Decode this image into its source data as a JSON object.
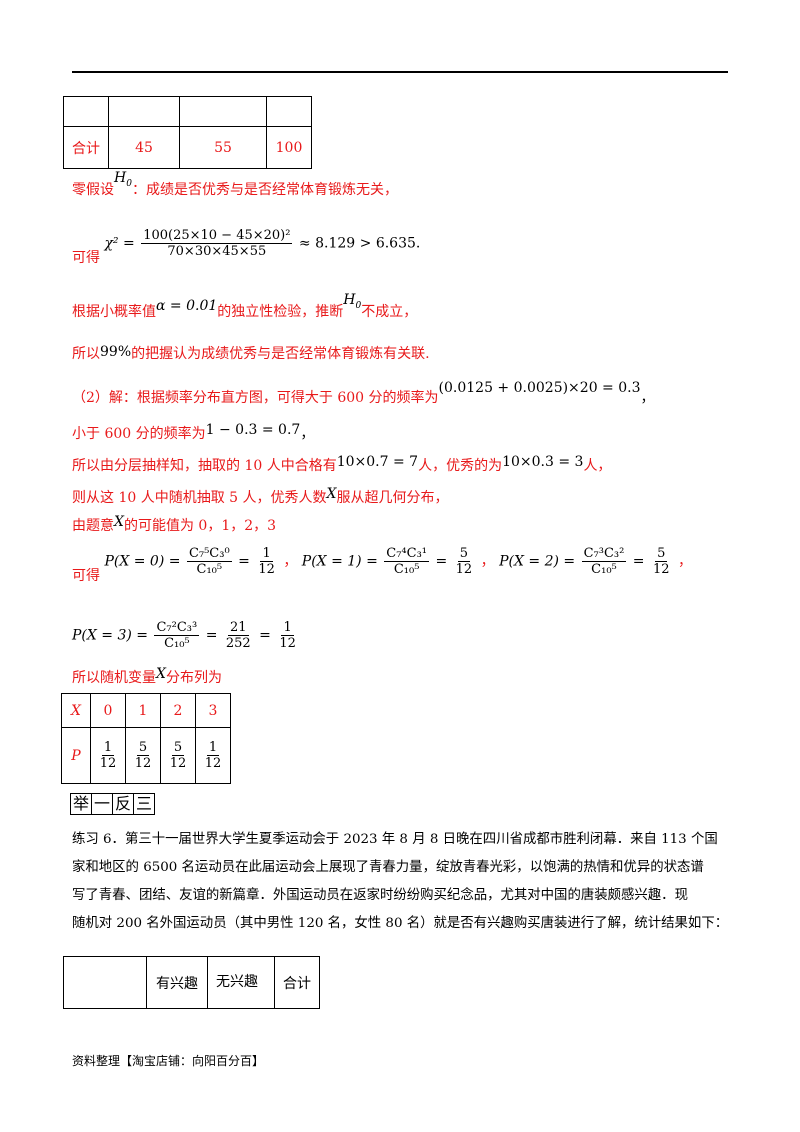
{
  "top_table": {
    "row_label": "合计",
    "values": [
      "45",
      "55",
      "100"
    ]
  },
  "lines": {
    "null_hyp_prefix": "零假设",
    "null_hyp_symbol": "H",
    "null_hyp_sub": "0",
    "null_hyp_text": "：成绩是否优秀与是否经常体育锻炼无关，",
    "chi_prefix": "可得",
    "chi_formula_lhs": "χ² =",
    "chi_num": "100(25×10 − 45×20)²",
    "chi_den": "70×30×45×55",
    "chi_result": "≈ 8.129 > 6.635",
    "alpha_prefix": "根据小概率值",
    "alpha_value": "α = 0.01",
    "alpha_mid": "的独立性检验，推断",
    "alpha_suffix": "不成立，",
    "conclusion_prefix": "所以",
    "conclusion_pct": "99%",
    "conclusion_text": "的把握认为成绩优秀与是否经常体育锻炼有关联.",
    "part2_text": "（2）解：根据频率分布直方图，可得大于 600 分的频率为",
    "part2_formula": "(0.0125 + 0.0025)×20 = 0.3",
    "part2_suffix": "，",
    "less_text": "小于 600 分的频率为",
    "less_formula": "1 − 0.3 = 0.7",
    "less_suffix": "，",
    "strat_text": "所以由分层抽样知，抽取的 10 人中合格有",
    "strat_formula1": "10×0.7 = 7",
    "strat_mid": "人，优秀的为",
    "strat_formula2": "10×0.3 = 3",
    "strat_suffix": "人，",
    "hyper_text_a": "则从这 10 人中随机抽取 5 人，优秀人数",
    "hyper_var": "X",
    "hyper_text_b": "服从超几何分布，",
    "values_text_a": "由题意",
    "values_var": "X",
    "values_text_b": "的可能值为 0，1，2，3",
    "prob_prefix": "可得",
    "p0_lhs": "P(X = 0) =",
    "p0_num": "C₇⁵C₃⁰",
    "p0_den": "C₁₀⁵",
    "p0_res_num": "1",
    "p0_res_den": "12",
    "p1_lhs": "P(X = 1) =",
    "p1_num": "C₇⁴C₃¹",
    "p1_den": "C₁₀⁵",
    "p1_res_num": "5",
    "p1_res_den": "12",
    "p2_lhs": "P(X = 2) =",
    "p2_num": "C₇³C₃²",
    "p2_den": "C₁₀⁵",
    "p2_res_num": "5",
    "p2_res_den": "12",
    "sep": "，",
    "p3_lhs": "P(X = 3) =",
    "p3_num": "C₇²C₃³",
    "p3_den": "C₁₀⁵",
    "p3_mid_num": "21",
    "p3_mid_den": "252",
    "p3_res_num": "1",
    "p3_res_den": "12",
    "dist_text_a": "所以随机变量",
    "dist_var": "X",
    "dist_text_b": "分布列为"
  },
  "dist_table": {
    "x_label": "X",
    "p_label": "P",
    "x_values": [
      "0",
      "1",
      "2",
      "3"
    ],
    "p_nums": [
      "1",
      "5",
      "5",
      "1"
    ],
    "p_dens": [
      "12",
      "12",
      "12",
      "12"
    ]
  },
  "badge": [
    "举",
    "一",
    "反",
    "三"
  ],
  "exercise": {
    "line1": "练习 6．第三十一届世界大学生夏季运动会于 2023 年 8 月 8 日晚在四川省成都市胜利闭幕．来自 113 个国",
    "line2": "家和地区的 6500 名运动员在此届运动会上展现了青春力量，绽放青春光彩，以饱满的热情和优异的状态谱",
    "line3": "写了青春、团结、友谊的新篇章．外国运动员在返家时纷纷购买纪念品，尤其对中国的唐装颇感兴趣．现",
    "line4": "随机对 200 名外国运动员（其中男性 120 名，女性 80 名）就是否有兴趣购买唐装进行了解，统计结果如下："
  },
  "bottom_table": {
    "headers": [
      "",
      "有兴趣",
      "无兴趣",
      "合计"
    ]
  },
  "footer": "资料整理【淘宝店铺：向阳百分百】",
  "colors": {
    "answer_red": "#e8191a",
    "text": "#000000"
  }
}
